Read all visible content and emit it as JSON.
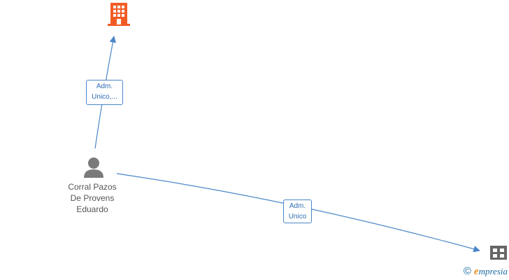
{
  "nodes": {
    "person": {
      "name_lines": [
        "Corral Pazos",
        "De Provens",
        "Eduardo"
      ],
      "icon": "person-icon"
    },
    "company_top": {
      "icon": "building-icon",
      "color": "#f25c24"
    },
    "company_bottom": {
      "icon": "building-icon",
      "color": "#666666"
    }
  },
  "edges": [
    {
      "from": "person",
      "to": "company_top",
      "label_lines": [
        "Adm.",
        "Unico,..."
      ]
    },
    {
      "from": "person",
      "to": "company_bottom",
      "label_lines": [
        "Adm.",
        "Unico"
      ]
    }
  ],
  "colors": {
    "edge": "#4a86c8",
    "person_icon": "#7a7a7a"
  },
  "credit": {
    "symbol": "©",
    "brand_initial": "e",
    "brand_rest": "mpresia"
  }
}
